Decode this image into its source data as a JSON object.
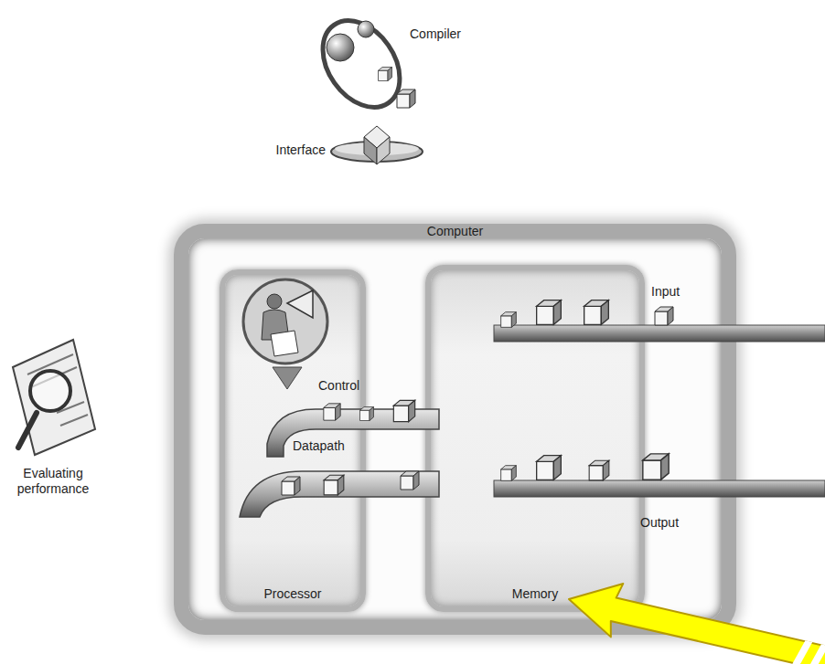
{
  "diagram": {
    "nodes": [
      {
        "text": [
          "Computer"
        ]
      },
      {
        "text": [
          "Processor"
        ],
        "in": 0
      },
      {
        "text": [
          "Memory"
        ],
        "in": 0
      }
    ],
    "labels": [
      "Compiler",
      "Interface",
      "Input",
      "Control",
      "Datapath",
      "Output",
      "Evaluating performance"
    ]
  }
}
